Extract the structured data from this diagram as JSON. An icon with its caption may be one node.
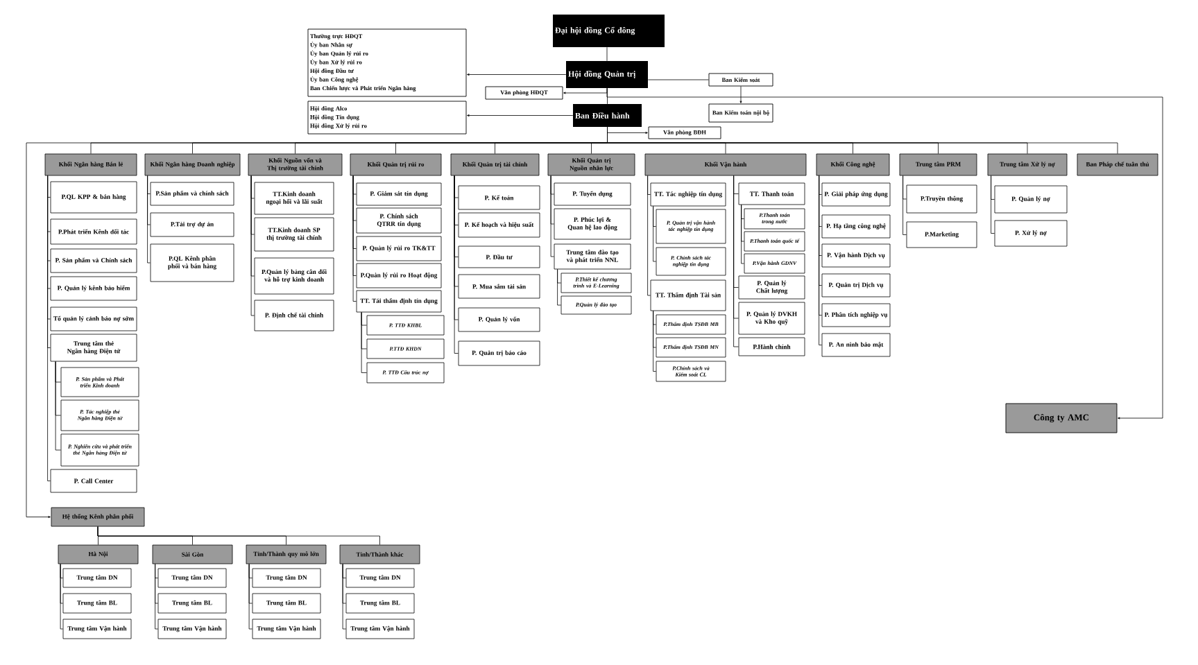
{
  "diagram": {
    "nodes": [
      {
        "text": [
          "Đại hội đồng Cổ đông"
        ]
      },
      {
        "text": [
          "Thường trực HĐQT",
          "Ủy ban Nhân sự",
          "Ủy ban Quản lý rủi ro",
          "Ủy ban Xử lý rủi ro",
          "Hội đồng Đầu tư",
          "Ủy ban Công nghệ",
          "Ban Chiến lược và Phát triển Ngân hàng"
        ]
      },
      {
        "text": [
          "Hội đồng Quản trị"
        ]
      },
      {
        "text": [
          "Ban Kiểm soát"
        ]
      },
      {
        "text": [
          "Văn phòng HĐQT"
        ]
      },
      {
        "text": [
          "Hội đồng Alco",
          "Hội đồng Tín dụng",
          "Hội đồng Xử lý rủi ro"
        ]
      },
      {
        "text": [
          "Ban Điều hành"
        ]
      },
      {
        "text": [
          "Ban Kiểm toán nội bộ"
        ]
      },
      {
        "text": [
          "Văn phòng BĐH"
        ]
      },
      {
        "text": [
          "Khối Ngân hàng Bán lẻ"
        ]
      },
      {
        "text": [
          "P.QL KPP & bán hàng"
        ]
      },
      {
        "text": [
          "P.Phát triển Kênh đối tác"
        ]
      },
      {
        "text": [
          "P. Sản phẩm và Chính sách"
        ]
      },
      {
        "text": [
          "P. Quản lý kênh bảo hiểm"
        ]
      },
      {
        "text": [
          "Tổ quản lý cảnh báo nợ sớm"
        ]
      },
      {
        "text": [
          "Trung tâm thẻ Ngân hàng Điện tử"
        ]
      },
      {
        "text": [
          "P. Sản phẩm và Phát triển Kinh doanh"
        ]
      },
      {
        "text": [
          "P. Tác nghiệp thẻ Ngân hàng Điện tử"
        ]
      },
      {
        "text": [
          "P. Nghiên cứu và phát triển thẻ Ngân hàng Điện tử"
        ]
      },
      {
        "text": [
          "P. Call Center"
        ]
      },
      {
        "text": [
          "Khối Ngân hàng Doanh nghiệp"
        ]
      },
      {
        "text": [
          "P.Sản phẩm và chính sách"
        ]
      },
      {
        "text": [
          "P.Tài trợ dự án"
        ]
      },
      {
        "text": [
          "P.QL Kênh phân phối và bán hàng"
        ]
      },
      {
        "text": [
          "Khối Nguồn vốn và Thị trường tài chính"
        ]
      },
      {
        "text": [
          "TT.Kinh doanh ngoại hối và lãi suất"
        ]
      },
      {
        "text": [
          "TT.Kinh doanh SP thị trường tài chính"
        ]
      },
      {
        "text": [
          "P.Quản lý bảng cân đối và hỗ trợ kinh doanh"
        ]
      },
      {
        "text": [
          "P. Định chế tài chính"
        ]
      },
      {
        "text": [
          "Khối Quản trị rủi ro"
        ]
      },
      {
        "text": [
          "P. Giám sát tín dụng"
        ]
      },
      {
        "text": [
          "P. Chính sách QTRR tín dụng"
        ]
      },
      {
        "text": [
          "P. Quản lý rủi ro TK&TT"
        ]
      },
      {
        "text": [
          "P.Quản lý rủi ro Hoạt động"
        ]
      },
      {
        "text": [
          "TT. Tái thẩm định tín dụng"
        ]
      },
      {
        "text": [
          "P. TTĐ KHBL"
        ]
      },
      {
        "text": [
          "P.TTĐ KHDN"
        ]
      },
      {
        "text": [
          "P. TTĐ Cấu trúc nợ"
        ]
      },
      {
        "text": [
          "Khối Quản trị tài chính"
        ]
      },
      {
        "text": [
          "P. Kế toán"
        ]
      },
      {
        "text": [
          "P. Kế hoạch và hiệu suất"
        ]
      },
      {
        "text": [
          "P. Đầu tư"
        ]
      },
      {
        "text": [
          "P. Mua sắm tài sản"
        ]
      },
      {
        "text": [
          "P. Quản lý vốn"
        ]
      },
      {
        "text": [
          "P. Quản trị báo cáo"
        ]
      },
      {
        "text": [
          "Khối Quản trị Nguồn nhân lực"
        ]
      },
      {
        "text": [
          "P. Tuyển dụng"
        ]
      },
      {
        "text": [
          "P. Phúc lợi & Quan hệ lao động"
        ]
      },
      {
        "text": [
          "Trung tâm đào tạo và phát triển NNL"
        ]
      },
      {
        "text": [
          "P.Thiết kế chương trình và E-Learning"
        ]
      },
      {
        "text": [
          "P.Quản lý đào tạo"
        ]
      },
      {
        "text": [
          "Khối Vận hành"
        ]
      },
      {
        "text": [
          "TT. Tác nghiệp tín dụng"
        ]
      },
      {
        "text": [
          "P. Quản trị vận hành tác nghiệp tín dụng"
        ]
      },
      {
        "text": [
          "P. Chính sách tác nghiệp tín dụng"
        ]
      },
      {
        "text": [
          "TT. Thẩm định Tài sản"
        ]
      },
      {
        "text": [
          "P.Thẩm định TSĐB MB"
        ]
      },
      {
        "text": [
          "P.Thẩm định TSĐB MN"
        ]
      },
      {
        "text": [
          "P.Chính sách và Kiểm soát CL"
        ]
      },
      {
        "text": [
          "TT. Thanh toán"
        ]
      },
      {
        "text": [
          "P.Thanh toán trong nước"
        ]
      },
      {
        "text": [
          "P.Thanh toán quốc tế"
        ]
      },
      {
        "text": [
          "P.Vận hành GDNV"
        ]
      },
      {
        "text": [
          "P. Quản lý Chất lượng"
        ]
      },
      {
        "text": [
          "P. Quản lý DVKH và Kho quỹ"
        ]
      },
      {
        "text": [
          "P.Hành chính"
        ]
      },
      {
        "text": [
          "Khối Công nghệ"
        ]
      },
      {
        "text": [
          "P. Giải pháp ứng dụng"
        ]
      },
      {
        "text": [
          "P. Hạ tầng công nghệ"
        ]
      },
      {
        "text": [
          "P. Vận hành Dịch vụ"
        ]
      },
      {
        "text": [
          "P. Quản trị Dịch vụ"
        ]
      },
      {
        "text": [
          "P. Phân tích nghiệp vụ"
        ]
      },
      {
        "text": [
          "P. An ninh bảo mật"
        ]
      },
      {
        "text": [
          "Trung tâm PRM"
        ]
      },
      {
        "text": [
          "P.Truyền thông"
        ]
      },
      {
        "text": [
          "P.Marketing"
        ]
      },
      {
        "text": [
          "Trung tâm Xử lý nợ"
        ]
      },
      {
        "text": [
          "P. Quản lý nợ"
        ]
      },
      {
        "text": [
          "P. Xử lý nợ"
        ]
      },
      {
        "text": [
          "Ban Pháp chế tuân thủ"
        ]
      },
      {
        "text": [
          "Công ty AMC"
        ]
      },
      {
        "text": [
          "Hệ thống Kênh phân phối"
        ]
      },
      {
        "text": [
          "Hà Nội"
        ]
      },
      {
        "text": [
          "Trung tâm DN"
        ]
      },
      {
        "text": [
          "Trung tâm BL"
        ]
      },
      {
        "text": [
          "Trung tâm Vận hành"
        ]
      },
      {
        "text": [
          "Sài Gòn"
        ]
      },
      {
        "text": [
          "Trung tâm DN"
        ]
      },
      {
        "text": [
          "Trung tâm BL"
        ]
      },
      {
        "text": [
          "Trung tâm Vận hành"
        ]
      },
      {
        "text": [
          "Tỉnh/Thành quy mô lớn"
        ]
      },
      {
        "text": [
          "Trung tâm DN"
        ]
      },
      {
        "text": [
          "Trung tâm BL"
        ]
      },
      {
        "text": [
          "Trung tâm Vận hành"
        ]
      },
      {
        "text": [
          "Tỉnh/Thành khác"
        ]
      },
      {
        "text": [
          "Trung tâm DN"
        ]
      },
      {
        "text": [
          "Trung tâm BL"
        ]
      },
      {
        "text": [
          "Trung tâm Vận hành"
        ]
      }
    ],
    "edges": [
      {
        "from": 0,
        "to": 2,
        "arrow": "none"
      },
      {
        "from": 2,
        "to": 1,
        "arrow": "to"
      },
      {
        "from": 2,
        "to": 4,
        "arrow": "to"
      },
      {
        "from": 2,
        "to": 3,
        "arrow": "none"
      },
      {
        "from": 3,
        "to": 7,
        "arrow": "to"
      },
      {
        "from": 2,
        "to": 6,
        "arrow": "none"
      },
      {
        "from": 6,
        "to": 5,
        "arrow": "to"
      },
      {
        "from": 6,
        "to": 8,
        "arrow": "to"
      },
      {
        "from": 2,
        "to": 80,
        "arrow": "to"
      },
      {
        "from": 6,
        "to": 81,
        "arrow": "to"
      },
      {
        "from": 6,
        "to": 9,
        "arrow": "none"
      },
      {
        "from": 6,
        "to": 20,
        "arrow": "none"
      },
      {
        "from": 6,
        "to": 24,
        "arrow": "none"
      },
      {
        "from": 6,
        "to": 29,
        "arrow": "none"
      },
      {
        "from": 6,
        "to": 38,
        "arrow": "none"
      },
      {
        "from": 6,
        "to": 45,
        "arrow": "none"
      },
      {
        "from": 6,
        "to": 51,
        "arrow": "none"
      },
      {
        "from": 6,
        "to": 66,
        "arrow": "none"
      },
      {
        "from": 6,
        "to": 73,
        "arrow": "none"
      },
      {
        "from": 6,
        "to": 76,
        "arrow": "none"
      },
      {
        "from": 6,
        "to": 79,
        "arrow": "none"
      },
      {
        "from": 9,
        "to": 10,
        "arrow": "none"
      },
      {
        "from": 9,
        "to": 11,
        "arrow": "none"
      },
      {
        "from": 9,
        "to": 12,
        "arrow": "none"
      },
      {
        "from": 9,
        "to": 13,
        "arrow": "none"
      },
      {
        "from": 9,
        "to": 14,
        "arrow": "none"
      },
      {
        "from": 9,
        "to": 15,
        "arrow": "none"
      },
      {
        "from": 15,
        "to": 16,
        "arrow": "none"
      },
      {
        "from": 15,
        "to": 17,
        "arrow": "none"
      },
      {
        "from": 15,
        "to": 18,
        "arrow": "none"
      },
      {
        "from": 9,
        "to": 19,
        "arrow": "none"
      },
      {
        "from": 20,
        "to": 21,
        "arrow": "none"
      },
      {
        "from": 20,
        "to": 22,
        "arrow": "none"
      },
      {
        "from": 20,
        "to": 23,
        "arrow": "none"
      },
      {
        "from": 24,
        "to": 25,
        "arrow": "none"
      },
      {
        "from": 24,
        "to": 26,
        "arrow": "none"
      },
      {
        "from": 24,
        "to": 27,
        "arrow": "none"
      },
      {
        "from": 24,
        "to": 28,
        "arrow": "none"
      },
      {
        "from": 29,
        "to": 30,
        "arrow": "none"
      },
      {
        "from": 29,
        "to": 31,
        "arrow": "none"
      },
      {
        "from": 29,
        "to": 32,
        "arrow": "none"
      },
      {
        "from": 29,
        "to": 33,
        "arrow": "none"
      },
      {
        "from": 29,
        "to": 34,
        "arrow": "none"
      },
      {
        "from": 34,
        "to": 35,
        "arrow": "none"
      },
      {
        "from": 34,
        "to": 36,
        "arrow": "none"
      },
      {
        "from": 34,
        "to": 37,
        "arrow": "none"
      },
      {
        "from": 38,
        "to": 39,
        "arrow": "none"
      },
      {
        "from": 38,
        "to": 40,
        "arrow": "none"
      },
      {
        "from": 38,
        "to": 41,
        "arrow": "none"
      },
      {
        "from": 38,
        "to": 42,
        "arrow": "none"
      },
      {
        "from": 38,
        "to": 43,
        "arrow": "none"
      },
      {
        "from": 38,
        "to": 44,
        "arrow": "none"
      },
      {
        "from": 45,
        "to": 46,
        "arrow": "none"
      },
      {
        "from": 45,
        "to": 47,
        "arrow": "none"
      },
      {
        "from": 45,
        "to": 48,
        "arrow": "none"
      },
      {
        "from": 48,
        "to": 49,
        "arrow": "none"
      },
      {
        "from": 48,
        "to": 50,
        "arrow": "none"
      },
      {
        "from": 51,
        "to": 52,
        "arrow": "none"
      },
      {
        "from": 52,
        "to": 53,
        "arrow": "none"
      },
      {
        "from": 52,
        "to": 54,
        "arrow": "none"
      },
      {
        "from": 51,
        "to": 55,
        "arrow": "none"
      },
      {
        "from": 55,
        "to": 56,
        "arrow": "none"
      },
      {
        "from": 55,
        "to": 57,
        "arrow": "none"
      },
      {
        "from": 55,
        "to": 58,
        "arrow": "none"
      },
      {
        "from": 51,
        "to": 59,
        "arrow": "none"
      },
      {
        "from": 59,
        "to": 60,
        "arrow": "none"
      },
      {
        "from": 59,
        "to": 61,
        "arrow": "none"
      },
      {
        "from": 59,
        "to": 62,
        "arrow": "none"
      },
      {
        "from": 51,
        "to": 63,
        "arrow": "none"
      },
      {
        "from": 51,
        "to": 64,
        "arrow": "none"
      },
      {
        "from": 51,
        "to": 65,
        "arrow": "none"
      },
      {
        "from": 66,
        "to": 67,
        "arrow": "none"
      },
      {
        "from": 66,
        "to": 68,
        "arrow": "none"
      },
      {
        "from": 66,
        "to": 69,
        "arrow": "none"
      },
      {
        "from": 66,
        "to": 70,
        "arrow": "none"
      },
      {
        "from": 66,
        "to": 71,
        "arrow": "none"
      },
      {
        "from": 66,
        "to": 72,
        "arrow": "none"
      },
      {
        "from": 73,
        "to": 74,
        "arrow": "none"
      },
      {
        "from": 73,
        "to": 75,
        "arrow": "none"
      },
      {
        "from": 76,
        "to": 77,
        "arrow": "none"
      },
      {
        "from": 76,
        "to": 78,
        "arrow": "none"
      },
      {
        "from": 81,
        "to": 82,
        "arrow": "none"
      },
      {
        "from": 81,
        "to": 86,
        "arrow": "none"
      },
      {
        "from": 81,
        "to": 90,
        "arrow": "none"
      },
      {
        "from": 81,
        "to": 94,
        "arrow": "none"
      },
      {
        "from": 82,
        "to": 83,
        "arrow": "none"
      },
      {
        "from": 82,
        "to": 84,
        "arrow": "none"
      },
      {
        "from": 82,
        "to": 85,
        "arrow": "none"
      },
      {
        "from": 86,
        "to": 87,
        "arrow": "none"
      },
      {
        "from": 86,
        "to": 88,
        "arrow": "none"
      },
      {
        "from": 86,
        "to": 89,
        "arrow": "none"
      },
      {
        "from": 90,
        "to": 91,
        "arrow": "none"
      },
      {
        "from": 90,
        "to": 92,
        "arrow": "none"
      },
      {
        "from": 90,
        "to": 93,
        "arrow": "none"
      },
      {
        "from": 94,
        "to": 95,
        "arrow": "none"
      },
      {
        "from": 94,
        "to": 96,
        "arrow": "none"
      },
      {
        "from": 94,
        "to": 97,
        "arrow": "none"
      }
    ]
  }
}
